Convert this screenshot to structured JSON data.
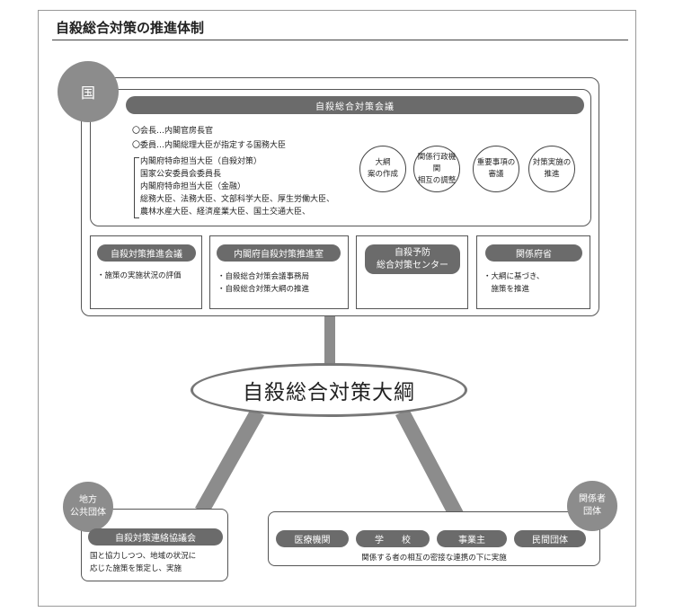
{
  "title": "自殺総合対策の推進体制",
  "national": {
    "label": "国",
    "council": {
      "title": "自殺総合対策会議",
      "chair": "〇会長…内閣官房長官",
      "members_intro": "〇委員…内閣総理大臣が指定する国務大臣",
      "members": [
        "内閣府特命担当大臣（自殺対策）",
        "国家公安委員会委員長",
        "内閣府特命担当大臣（金融）",
        "総務大臣、法務大臣、文部科学大臣、厚生労働大臣、",
        "農林水産大臣、経済産業大臣、国土交通大臣、"
      ],
      "functions": [
        {
          "line1": "大綱",
          "line2": "案の作成"
        },
        {
          "line1": "関係行政機関",
          "line2": "相互の調整"
        },
        {
          "line1": "重要事項の",
          "line2": "審議"
        },
        {
          "line1": "対策実施の",
          "line2": "推進"
        }
      ]
    },
    "orgs": [
      {
        "title": "自殺対策推進会議",
        "details": [
          "・施策の実施状況の評価"
        ]
      },
      {
        "title": "内閣府自殺対策推進室",
        "details": [
          "・自殺総合対策会議事務局",
          "・自殺総合対策大綱の推進"
        ]
      },
      {
        "title_line1": "自殺予防",
        "title_line2": "総合対策センター"
      },
      {
        "title": "関係府省",
        "details": [
          "・大綱に基づき、",
          "　施策を推進"
        ]
      }
    ]
  },
  "outline": "自殺総合対策大綱",
  "local": {
    "label_line1": "地方",
    "label_line2": "公共団体",
    "council": "自殺対策連絡協議会",
    "details": [
      "国と協力しつつ、地域の状況に",
      "応じた施策を策定し、実施"
    ]
  },
  "related": {
    "label_line1": "関係者",
    "label_line2": "団体",
    "groups": [
      "医療機関",
      "学　　校",
      "事業主",
      "民間団体"
    ],
    "note": "関係する者の相互の密接な連携の下に実施"
  }
}
